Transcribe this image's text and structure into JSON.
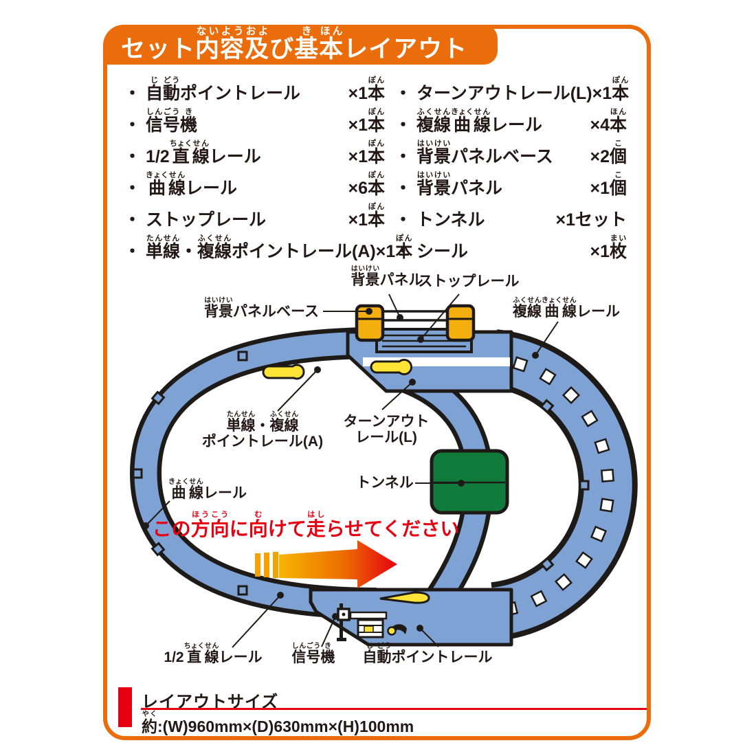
{
  "title": {
    "segments": [
      [
        "セット",
        ""
      ],
      [
        "内",
        "ない"
      ],
      [
        "容",
        "よう"
      ],
      [
        "及",
        "およ"
      ],
      [
        "び",
        ""
      ],
      [
        "基",
        "き"
      ],
      [
        "本",
        "ほん"
      ],
      [
        "レイアウト",
        ""
      ]
    ]
  },
  "parts_list": {
    "left": [
      {
        "name": [
          [
            "・ ",
            ""
          ],
          [
            "自",
            "じ"
          ],
          [
            "動",
            "どう"
          ],
          [
            "ポイントレール",
            ""
          ]
        ],
        "qty": [
          [
            "×1",
            ""
          ],
          [
            "本",
            "ぽん"
          ]
        ]
      },
      {
        "name": [
          [
            "・ ",
            ""
          ],
          [
            "信",
            "しん"
          ],
          [
            "号",
            "ごう"
          ],
          [
            "機",
            "き"
          ]
        ],
        "qty": [
          [
            "×1",
            ""
          ],
          [
            "本",
            "ぽん"
          ]
        ]
      },
      {
        "name": [
          [
            "・ ",
            ""
          ],
          [
            "1/2",
            ""
          ],
          [
            "直",
            "ちょく"
          ],
          [
            "線",
            "せん"
          ],
          [
            "レール",
            ""
          ]
        ],
        "qty": [
          [
            "×1",
            ""
          ],
          [
            "本",
            "ぽん"
          ]
        ]
      },
      {
        "name": [
          [
            "・ ",
            ""
          ],
          [
            "曲",
            "きょく"
          ],
          [
            "線",
            "せん"
          ],
          [
            "レール",
            ""
          ]
        ],
        "qty": [
          [
            "×6",
            ""
          ],
          [
            "本",
            "ぽん"
          ]
        ]
      },
      {
        "name": [
          [
            "・ ",
            ""
          ],
          [
            "ストップレール",
            ""
          ]
        ],
        "qty": [
          [
            "×1",
            ""
          ],
          [
            "本",
            "ぽん"
          ]
        ]
      },
      {
        "name": [
          [
            "・ ",
            ""
          ],
          [
            "単",
            "たん"
          ],
          [
            "線",
            "せん"
          ],
          [
            "・",
            ""
          ],
          [
            "複",
            "ふく"
          ],
          [
            "線",
            "せん"
          ],
          [
            "ポイントレール(A)",
            ""
          ]
        ],
        "qty": [
          [
            "×1",
            ""
          ],
          [
            "本",
            "ぽん"
          ]
        ]
      }
    ],
    "right": [
      {
        "name": [
          [
            "・ ",
            ""
          ],
          [
            "ターンアウトレール(L)",
            ""
          ]
        ],
        "qty": [
          [
            "×1",
            ""
          ],
          [
            "本",
            "ぽん"
          ]
        ]
      },
      {
        "name": [
          [
            "・ ",
            ""
          ],
          [
            "複",
            "ふく"
          ],
          [
            "線",
            "せん"
          ],
          [
            "曲",
            "きょく"
          ],
          [
            "線",
            "せん"
          ],
          [
            "レール",
            ""
          ]
        ],
        "qty": [
          [
            "×4",
            ""
          ],
          [
            "本",
            "ほん"
          ]
        ]
      },
      {
        "name": [
          [
            "・ ",
            ""
          ],
          [
            "背",
            "はい"
          ],
          [
            "景",
            "けい"
          ],
          [
            "パネルベース",
            ""
          ]
        ],
        "qty": [
          [
            "×2",
            ""
          ],
          [
            "個",
            "こ"
          ]
        ]
      },
      {
        "name": [
          [
            "・ ",
            ""
          ],
          [
            "背",
            "はい"
          ],
          [
            "景",
            "けい"
          ],
          [
            "パネル",
            ""
          ]
        ],
        "qty": [
          [
            "×1",
            ""
          ],
          [
            "個",
            "こ"
          ]
        ]
      },
      {
        "name": [
          [
            "・ ",
            ""
          ],
          [
            "トンネル",
            ""
          ]
        ],
        "qty": [
          [
            "×1セット",
            ""
          ]
        ]
      },
      {
        "name": [
          [
            "・ ",
            ""
          ],
          [
            "シール",
            ""
          ]
        ],
        "qty": [
          [
            "×1",
            ""
          ],
          [
            "枚",
            "まい"
          ]
        ]
      }
    ]
  },
  "diagram": {
    "labels": {
      "bg_panel": [
        [
          "背",
          "はい"
        ],
        [
          "景",
          "けい"
        ],
        [
          "パネル",
          ""
        ]
      ],
      "stop_rail": [
        [
          "ストップレール",
          ""
        ]
      ],
      "bg_panel_base": [
        [
          "背",
          "はい"
        ],
        [
          "景",
          "けい"
        ],
        [
          "パネルベース",
          ""
        ]
      ],
      "double_track_curve": [
        [
          "複",
          "ふく"
        ],
        [
          "線",
          "せん"
        ],
        [
          "曲",
          "きょく"
        ],
        [
          "線",
          "せん"
        ],
        [
          "レール",
          ""
        ]
      ],
      "point_a_line1": [
        [
          "単",
          "たん"
        ],
        [
          "線",
          "せん"
        ],
        [
          "・",
          ""
        ],
        [
          "複",
          "ふく"
        ],
        [
          "線",
          "せん"
        ]
      ],
      "point_a_line2": [
        [
          "ポイントレール(A)",
          ""
        ]
      ],
      "turnout_line1": [
        [
          "ターンアウト",
          ""
        ]
      ],
      "turnout_line2": [
        [
          "レール(L)",
          ""
        ]
      ],
      "tunnel": [
        [
          "トンネル",
          ""
        ]
      ],
      "curve_rail": [
        [
          "曲",
          "きょく"
        ],
        [
          "線",
          "せん"
        ],
        [
          "レール",
          ""
        ]
      ],
      "half_straight": [
        [
          "1/2",
          ""
        ],
        [
          "直",
          "ちょく"
        ],
        [
          "線",
          "せん"
        ],
        [
          "レール",
          ""
        ]
      ],
      "signal": [
        [
          "信",
          "しん"
        ],
        [
          "号",
          "ごう"
        ],
        [
          "機",
          "き"
        ]
      ],
      "auto_point": [
        [
          "自",
          "じ"
        ],
        [
          "動",
          "どう"
        ],
        [
          "ポイントレール",
          ""
        ]
      ],
      "direction_note": [
        [
          "この",
          ""
        ],
        [
          "方",
          "ほう"
        ],
        [
          "向",
          "こう"
        ],
        [
          "に",
          ""
        ],
        [
          "向",
          "む"
        ],
        [
          "けて",
          ""
        ],
        [
          "走",
          "はし"
        ],
        [
          "らせてください",
          ""
        ]
      ]
    }
  },
  "footer": {
    "heading": "レイアウトサイズ",
    "size": [
      [
        "約",
        "やく"
      ],
      [
        ":(W)960mm×(D)630mm×(H)100mm",
        ""
      ]
    ]
  },
  "colors": {
    "frame_orange": "#EB6C0A",
    "track_blue": "#7EA2D4",
    "tunnel_green": "#117B3B",
    "panel_base_yellow": "#F2AF0D",
    "lever_yellow": "#FFE336",
    "accent_red": "#E60012",
    "outline_black": "#1E1A17"
  }
}
